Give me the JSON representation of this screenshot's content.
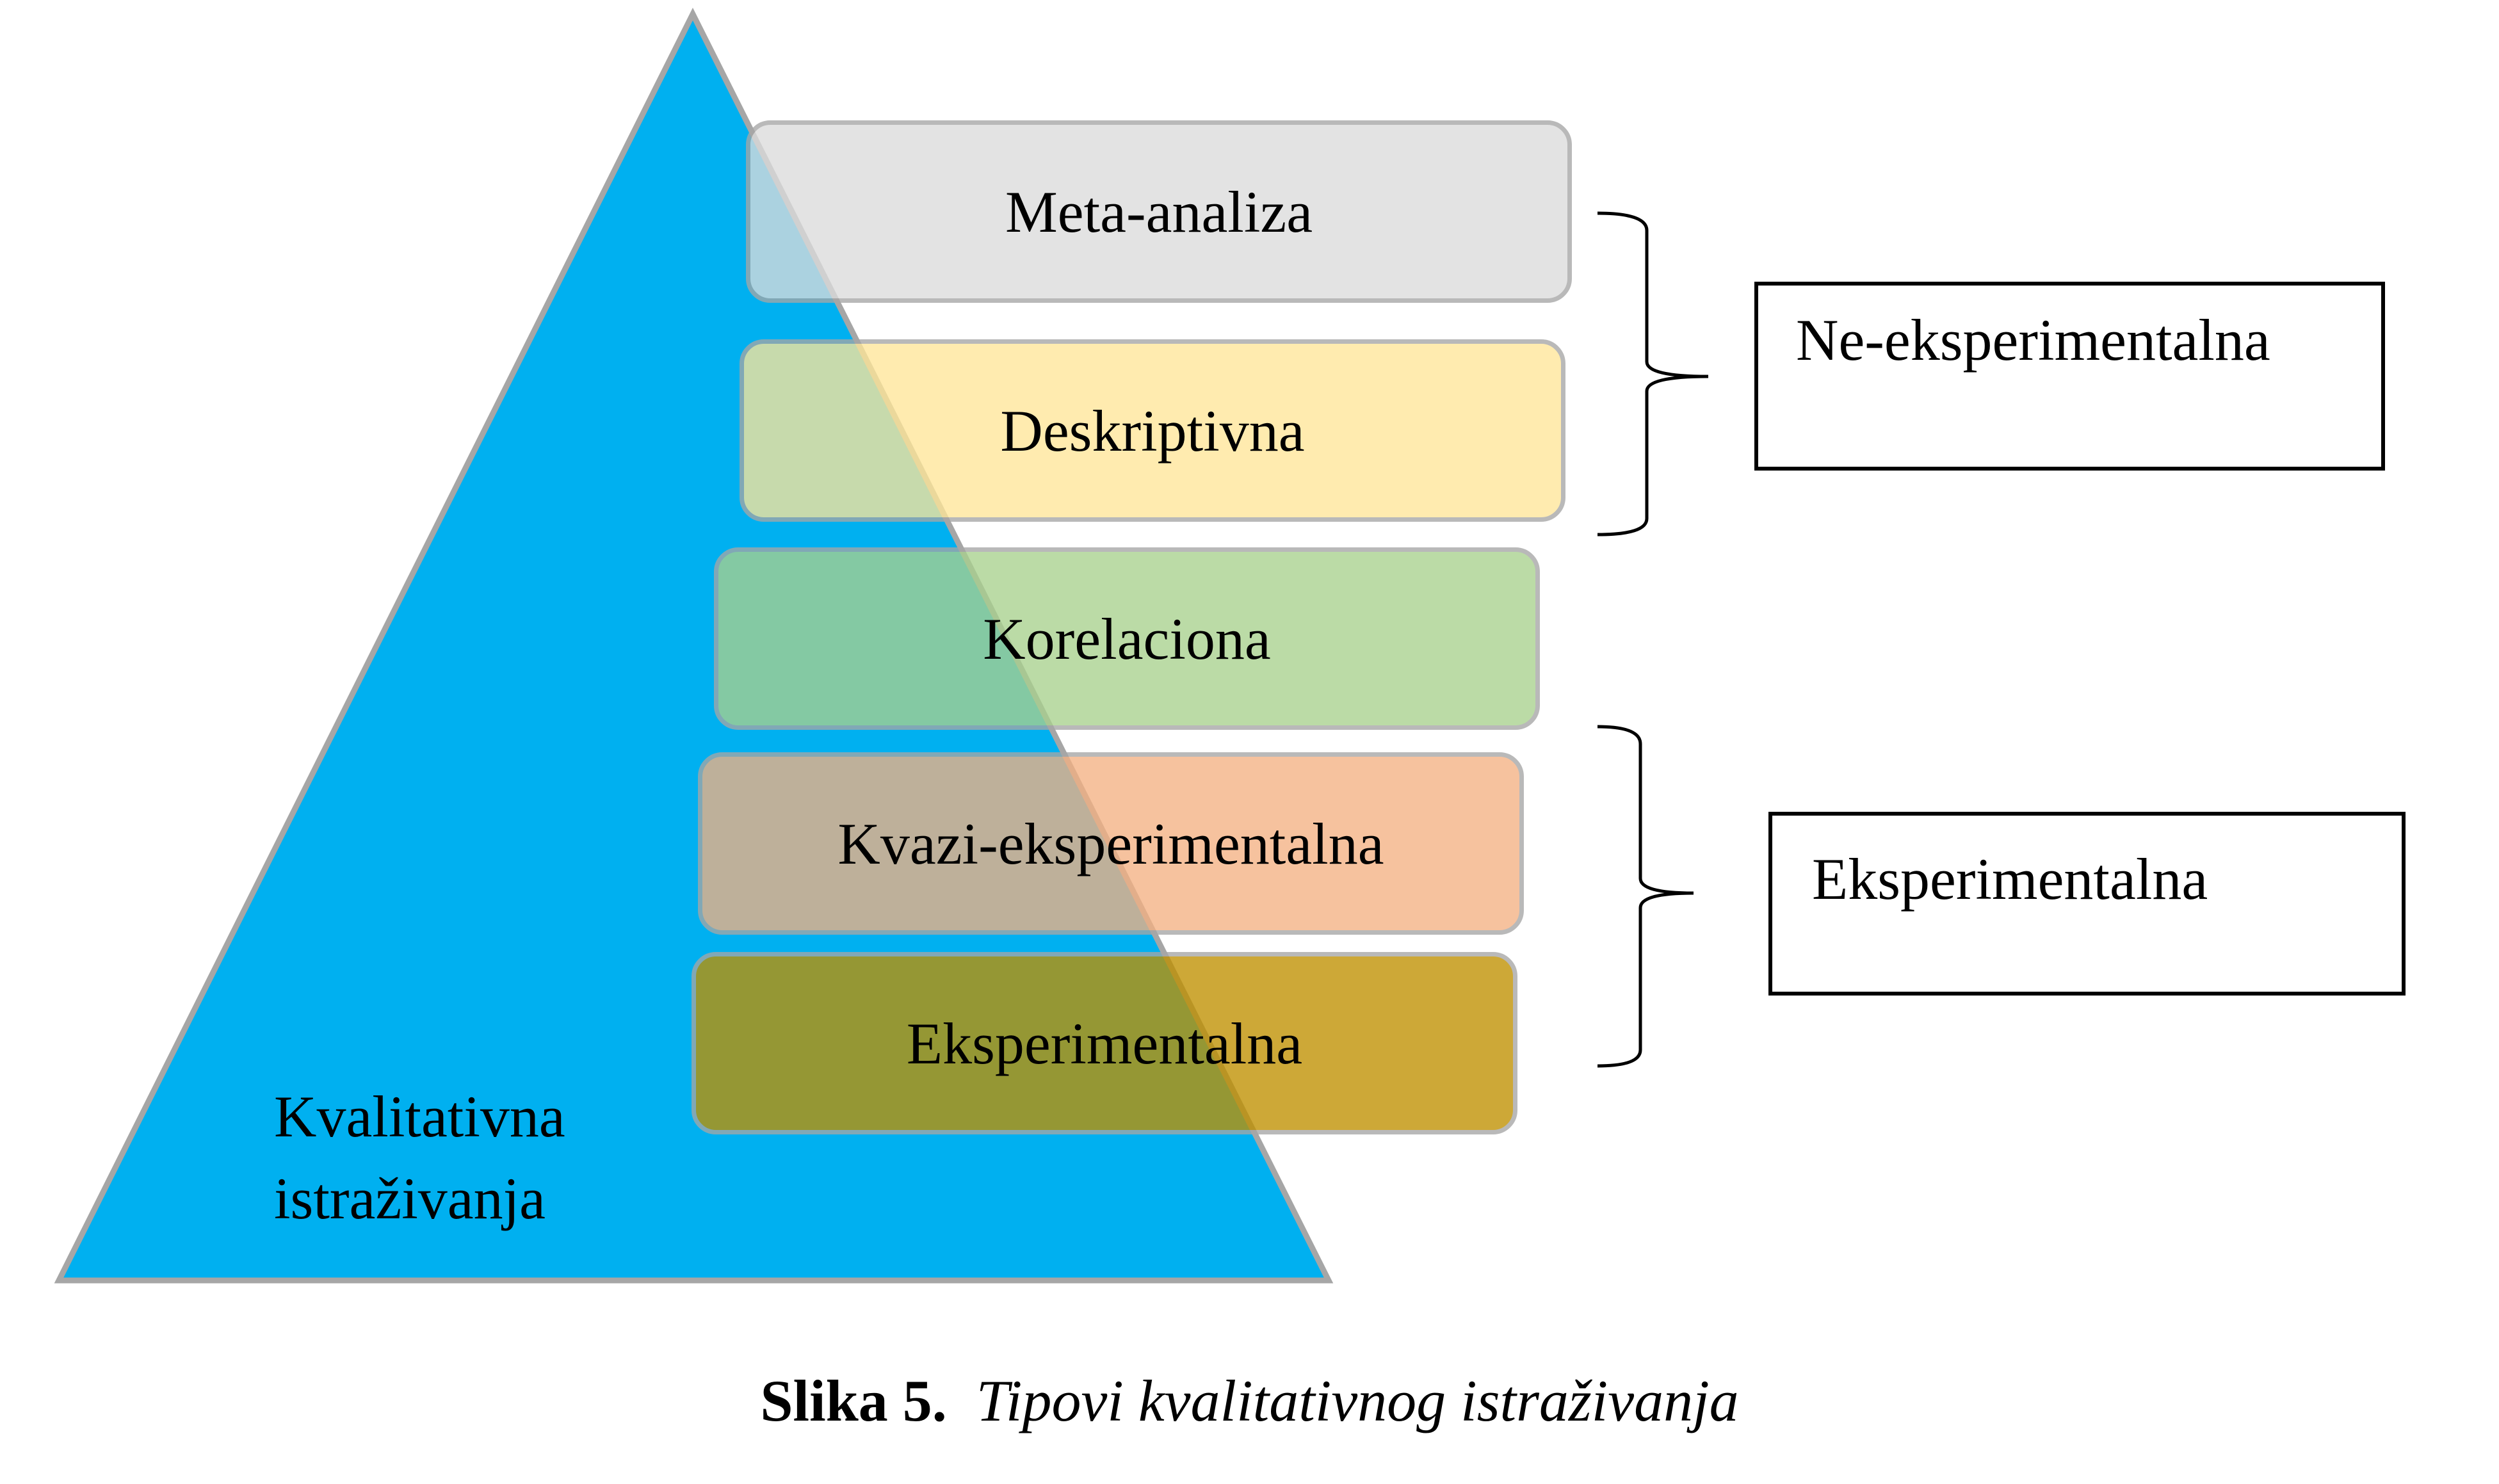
{
  "pyramid": {
    "label_line1": "Kvalitativna",
    "label_line2": "istraživanja",
    "fill": "#00b0f0",
    "stroke": "#a6a6a6"
  },
  "levels": [
    {
      "label": "Meta-analiza",
      "color": "#dcdcdc"
    },
    {
      "label": "Deskriptivna",
      "color": "#ffe699"
    },
    {
      "label": "Korelaciona",
      "color": "#a9d18e"
    },
    {
      "label": "Kvazi-eksperimentalna",
      "color": "#f4b183"
    },
    {
      "label": "Eksperimentalna",
      "color": "#bf9000"
    }
  ],
  "categories": [
    {
      "label": "Ne-eksperimentalna"
    },
    {
      "label": "Eksperimentalna"
    }
  ],
  "caption": {
    "number": "Slika 5.",
    "text": "Tipovi kvalitativnog istraživanja"
  }
}
